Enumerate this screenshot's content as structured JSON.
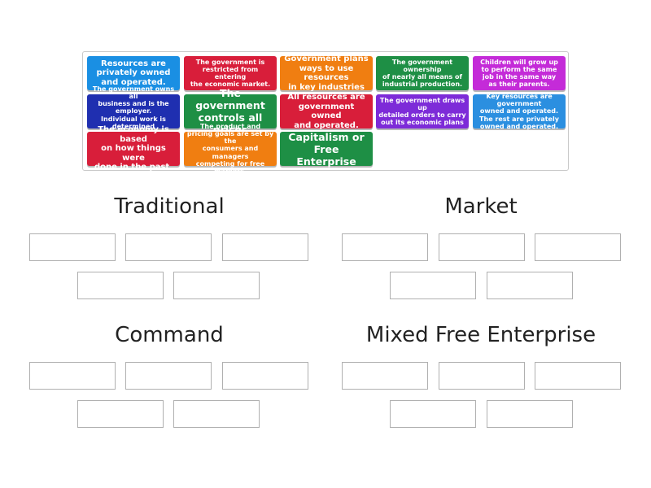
{
  "bank_tiles": [
    {
      "text": "Resources are\nprivately owned\nand operated.",
      "color": "#1a8fe3"
    },
    {
      "text": "The government is\nrestricted from entering\nthe economic market.",
      "color": "#d81e3a"
    },
    {
      "text": "Government plans\nways to use resources\nin key industries",
      "color": "#f07e11"
    },
    {
      "text": "The government ownership\nof nearly all means of\nindustrial production.",
      "color": "#1e8f45"
    },
    {
      "text": "Children will grow up\nto perform the same\njob in the same way\nas their parents.",
      "color": "#c42bd8"
    },
    {
      "text": "The government owns all\nbusiness and is the employer.\nIndividual work is determined\nby the government.",
      "color": "#1f2fb0"
    },
    {
      "text": "The government\ncontrols all prices",
      "color": "#1e8f45"
    },
    {
      "text": "All resources are\ngovernment owned\nand operated.",
      "color": "#d81e3a"
    },
    {
      "text": "The government draws up\ndetailed orders to carry\nout its economic plans",
      "color": "#7d2bd8"
    },
    {
      "text": "Key resources are government\nowned and operated.\nThe rest are privately\nowned and operated.",
      "color": "#2b8fe0"
    },
    {
      "text": "The economy is based\non how things were\ndone in the past.",
      "color": "#d81e3a"
    },
    {
      "text": "The product and\npricing goals are set by the\nconsumers and managers\ncompeting for free markets.",
      "color": "#f07e11"
    },
    {
      "text": "Capitalism or\nFree Enterprise",
      "color": "#1e8f45"
    }
  ],
  "groups": [
    {
      "title": "Traditional"
    },
    {
      "title": "Market"
    },
    {
      "title": "Command"
    },
    {
      "title": "Mixed Free Enterprise"
    }
  ]
}
